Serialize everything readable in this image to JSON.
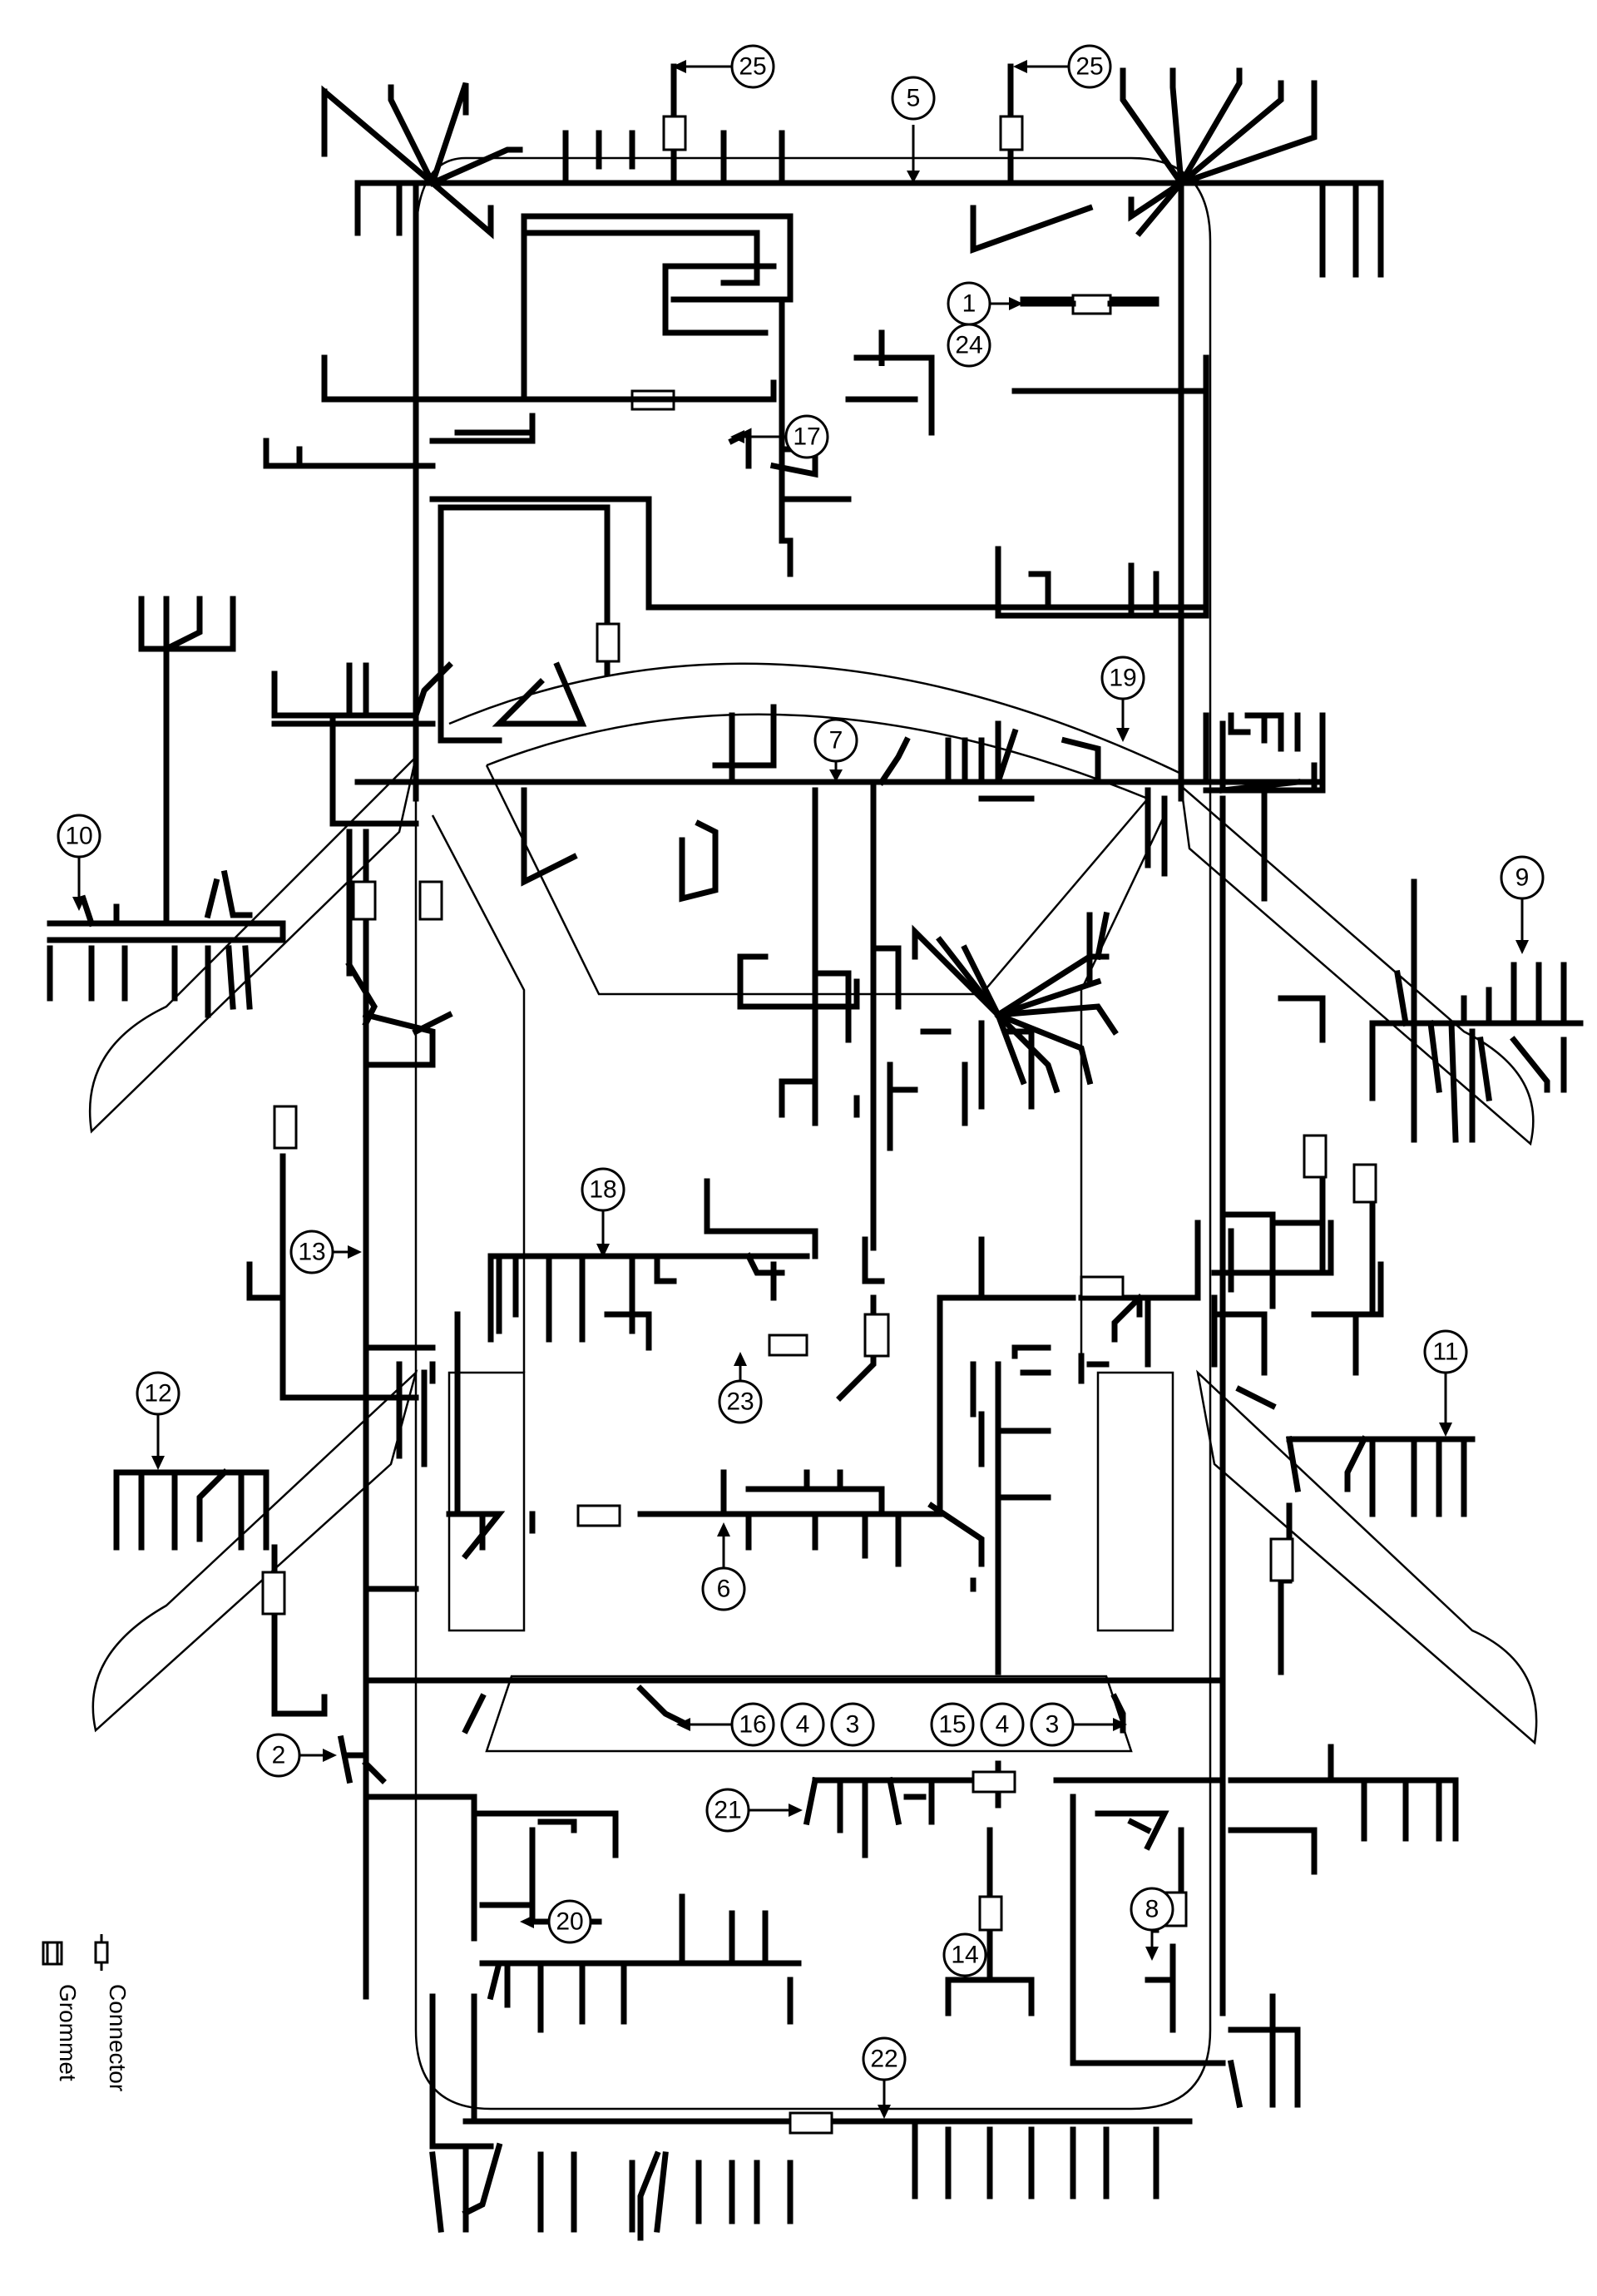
{
  "diagram": {
    "callouts": [
      {
        "id": "c25a",
        "label": "25"
      },
      {
        "id": "c25b",
        "label": "25"
      },
      {
        "id": "c5",
        "label": "5"
      },
      {
        "id": "c1",
        "label": "1"
      },
      {
        "id": "c24",
        "label": "24"
      },
      {
        "id": "c17",
        "label": "17"
      },
      {
        "id": "c19",
        "label": "19"
      },
      {
        "id": "c7",
        "label": "7"
      },
      {
        "id": "c10",
        "label": "10"
      },
      {
        "id": "c9",
        "label": "9"
      },
      {
        "id": "c18",
        "label": "18"
      },
      {
        "id": "c13",
        "label": "13"
      },
      {
        "id": "c11",
        "label": "11"
      },
      {
        "id": "c12",
        "label": "12"
      },
      {
        "id": "c23",
        "label": "23"
      },
      {
        "id": "c6",
        "label": "6"
      },
      {
        "id": "c2",
        "label": "2"
      },
      {
        "id": "c16",
        "label": "16"
      },
      {
        "id": "c4a",
        "label": "4"
      },
      {
        "id": "c3a",
        "label": "3"
      },
      {
        "id": "c15",
        "label": "15"
      },
      {
        "id": "c4b",
        "label": "4"
      },
      {
        "id": "c3b",
        "label": "3"
      },
      {
        "id": "c21",
        "label": "21"
      },
      {
        "id": "c20",
        "label": "20"
      },
      {
        "id": "c8",
        "label": "8"
      },
      {
        "id": "c14",
        "label": "14"
      },
      {
        "id": "c22",
        "label": "22"
      }
    ]
  },
  "legend": {
    "connector_label": "Connector",
    "grommet_label": "Grommet"
  }
}
